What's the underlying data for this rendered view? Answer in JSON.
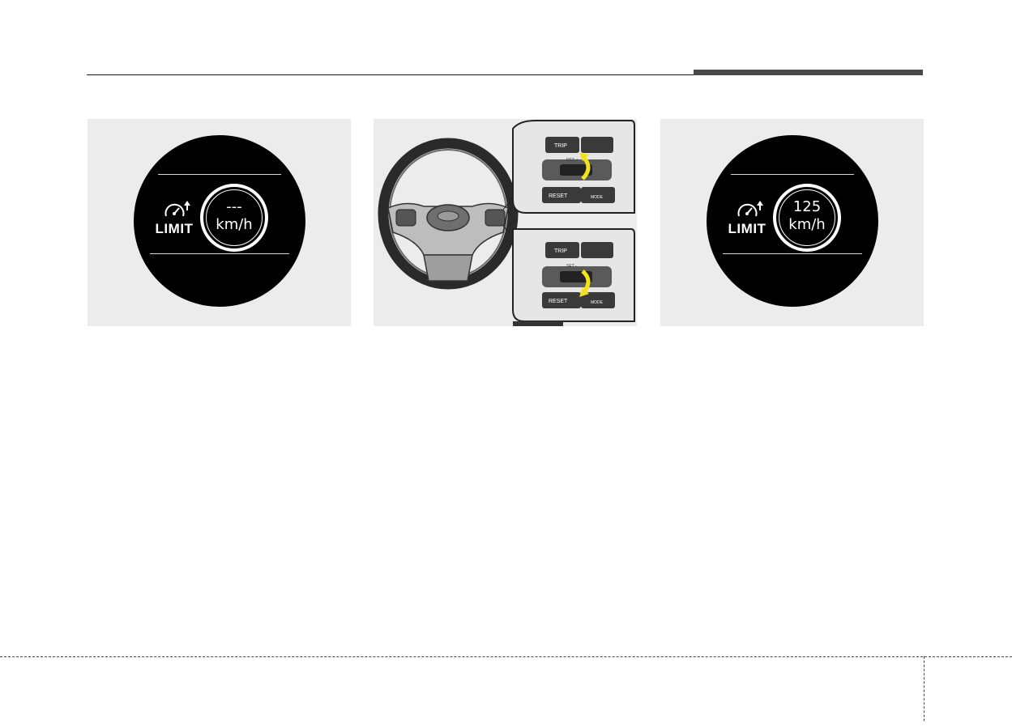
{
  "figure_left": {
    "label": "LIMIT",
    "speed_value": "---",
    "speed_unit": "km/h",
    "icon": "speedometer-arrow-up-icon"
  },
  "figure_center": {
    "buttons": {
      "trip": "TRIP",
      "reset": "RESET",
      "mode": "MODE",
      "res": "RES +",
      "set": "SET -"
    },
    "highlight_color": "#f2e21a"
  },
  "figure_right": {
    "label": "LIMIT",
    "speed_value": "125",
    "speed_unit": "km/h",
    "icon": "speedometer-arrow-up-icon"
  }
}
